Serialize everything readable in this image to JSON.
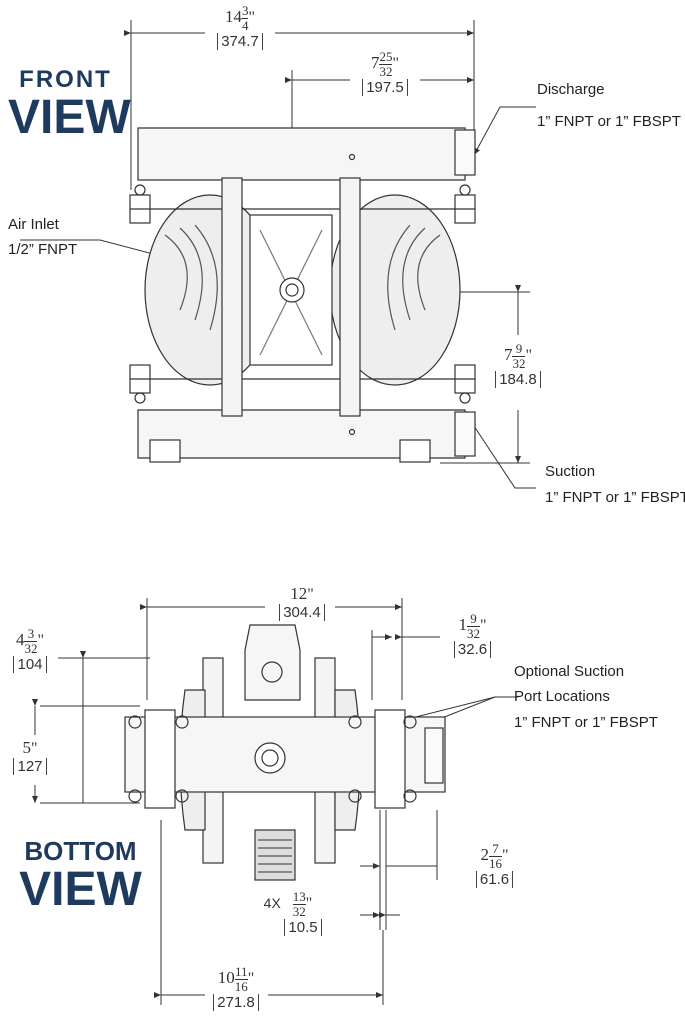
{
  "front_view": {
    "title_line1": "FRONT",
    "title_line2": "VIEW",
    "labels": {
      "discharge": "Discharge",
      "discharge_spec": "1” FNPT or 1” FBSPT",
      "air_inlet": "Air Inlet",
      "air_inlet_spec": "1/2” FNPT",
      "suction": "Suction",
      "suction_spec": "1” FNPT or 1” FBSPT"
    },
    "dims": {
      "overall_width": {
        "whole": "14",
        "num": "3",
        "den": "4",
        "unit": "\"",
        "mm": "374.7"
      },
      "center_to_discharge": {
        "whole": "7",
        "num": "25",
        "den": "32",
        "unit": "\"",
        "mm": "197.5"
      },
      "center_height": {
        "whole": "7",
        "num": "9",
        "den": "32",
        "unit": "\"",
        "mm": "184.8"
      }
    }
  },
  "bottom_view": {
    "title_line1": "BOTTOM",
    "title_line2": "VIEW",
    "labels": {
      "optional_suction": "Optional Suction",
      "port_locations": "Port Locations",
      "port_spec": "1” FNPT or 1” FBSPT"
    },
    "dims": {
      "overall_width": {
        "whole": "12",
        "unit": "\"",
        "mm": "304.4"
      },
      "port_offset": {
        "whole": "1",
        "num": "9",
        "den": "32",
        "unit": "\"",
        "mm": "32.6"
      },
      "left_offset": {
        "whole": "4",
        "num": "3",
        "den": "32",
        "unit": "\"",
        "mm": "104"
      },
      "mount_height": {
        "whole": "5",
        "unit": "\"",
        "mm": "127"
      },
      "right_offset": {
        "whole": "2",
        "num": "7",
        "den": "16",
        "unit": "\"",
        "mm": "61.6"
      },
      "hole_qty": "4X",
      "hole_diameter": {
        "num": "13",
        "den": "32",
        "unit": "\"",
        "mm": "10.5"
      },
      "mount_width": {
        "whole": "10",
        "num": "11",
        "den": "16",
        "unit": "\"",
        "mm": "271.8"
      }
    }
  }
}
